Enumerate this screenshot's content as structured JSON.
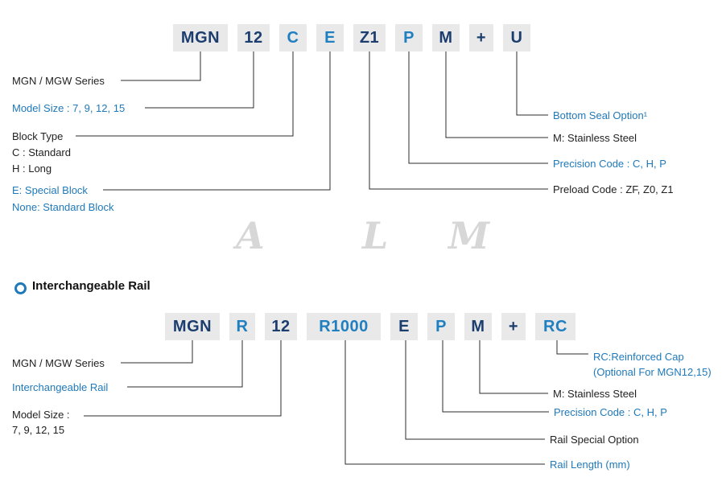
{
  "colors": {
    "navy": "#1c3e6e",
    "blue": "#1f7fc0",
    "label_blue": "#2079b8",
    "box_bg": "#e9e9e9",
    "line": "#2b2b2b",
    "watermark": "#d7d7d7"
  },
  "top": {
    "segments": [
      {
        "text": "MGN",
        "color": "navy"
      },
      {
        "text": "12",
        "color": "navy"
      },
      {
        "text": "C",
        "color": "blue"
      },
      {
        "text": "E",
        "color": "blue"
      },
      {
        "text": "Z1",
        "color": "navy"
      },
      {
        "text": "P",
        "color": "blue"
      },
      {
        "text": "M",
        "color": "navy"
      },
      {
        "text": "+",
        "color": "navy"
      },
      {
        "text": "U",
        "color": "navy"
      }
    ],
    "left_labels": {
      "series": "MGN / MGW Series",
      "model_size": "Model Size : 7, 9, 12, 15",
      "block_type_title": "Block Type",
      "block_type_c": "C : Standard",
      "block_type_h": "H : Long",
      "special_block": "E: Special Block",
      "standard_block": "None: Standard Block"
    },
    "right_labels": {
      "bottom_seal": "Bottom Seal Option¹",
      "stainless": "M: Stainless Steel",
      "precision": "Precision Code : C, H, P",
      "preload": "Preload Code : ZF, Z0, Z1"
    }
  },
  "watermark": {
    "a": "A",
    "l": "L",
    "m": "M"
  },
  "section": {
    "title": "Interchangeable Rail"
  },
  "bottom": {
    "segments": [
      {
        "text": "MGN",
        "color": "navy"
      },
      {
        "text": "R",
        "color": "blue"
      },
      {
        "text": "12",
        "color": "navy"
      },
      {
        "text": "R1000",
        "color": "blue"
      },
      {
        "text": "E",
        "color": "navy"
      },
      {
        "text": "P",
        "color": "blue"
      },
      {
        "text": "M",
        "color": "navy"
      },
      {
        "text": "+",
        "color": "navy"
      },
      {
        "text": "RC",
        "color": "blue"
      }
    ],
    "left_labels": {
      "series": "MGN / MGW Series",
      "interchangeable": "Interchangeable Rail",
      "model_size_1": "Model Size :",
      "model_size_2": "7, 9, 12, 15"
    },
    "right_labels": {
      "rc_1": "RC:Reinforced Cap",
      "rc_2": "(Optional For MGN12,15)",
      "stainless": "M: Stainless Steel",
      "precision": "Precision Code : C, H, P",
      "rail_special": "Rail Special Option",
      "rail_length": "Rail Length (mm)"
    }
  }
}
